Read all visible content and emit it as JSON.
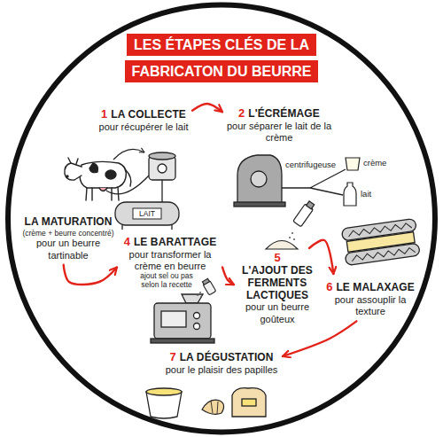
{
  "diagram": {
    "title": "LES ÉTAPES CLÉS DE LA FABRICATON DU BEURRE",
    "nodes": [
      {
        "text": [
          "1",
          "LA COLLECTE",
          "pour récupérer le lait"
        ]
      },
      {
        "text": [
          "2",
          "L'ÉCRÉMAGE",
          "pour séparer le lait de la crème"
        ]
      },
      {
        "text": [
          "LA MATURATION",
          "(crème + beurre concentré)",
          "pour un beurre tartinable"
        ]
      },
      {
        "text": [
          "4",
          "LE BARATTAGE",
          "pour transformer la crème en beurre"
        ]
      },
      {
        "text": [
          "5",
          "L'AJOUT DES FERMENTS LACTIQUES",
          "pour un beurre goûteux"
        ]
      },
      {
        "text": [
          "6",
          "LE MALAXAGE",
          "pour assouplir la texture"
        ]
      },
      {
        "text": [
          "7",
          "LA DÉGUSTATION",
          "pour le plaisir des papilles"
        ]
      }
    ],
    "edges": [
      {
        "from": 0,
        "to": 1,
        "arrow": "to"
      },
      {
        "from": 2,
        "to": 3,
        "arrow": "to"
      },
      {
        "from": 3,
        "to": 4,
        "arrow": "to"
      },
      {
        "from": 4,
        "to": 5,
        "arrow": "to"
      },
      {
        "from": 5,
        "to": 6,
        "arrow": "to"
      }
    ],
    "labels": [
      "LAIT",
      "centrifugeuse",
      "crème",
      "lait",
      "ajout sel ou pas selon la recette"
    ]
  }
}
